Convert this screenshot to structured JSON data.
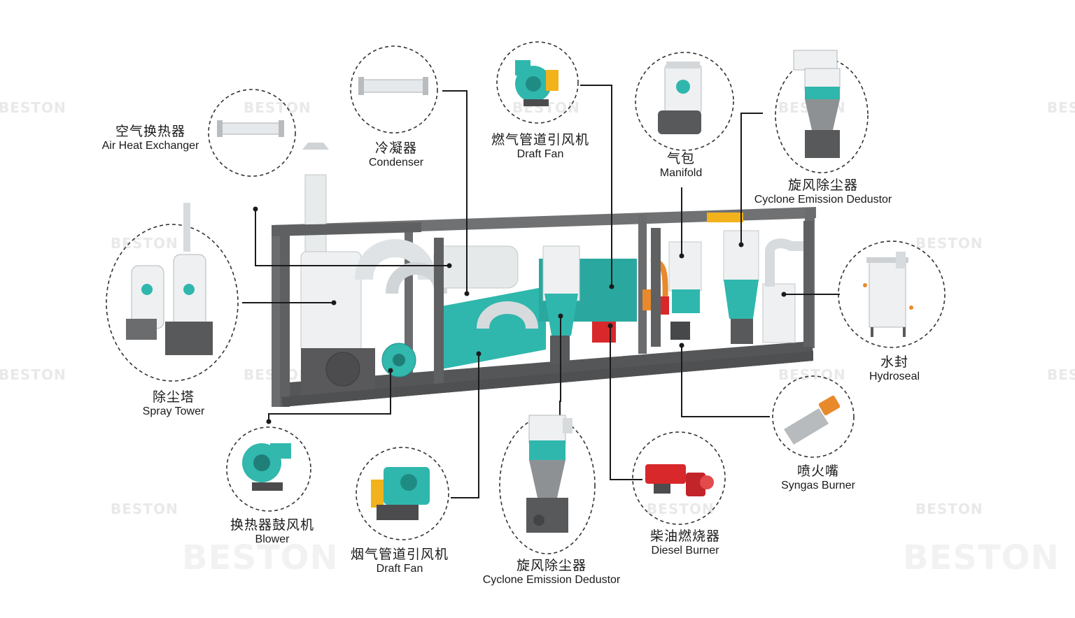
{
  "brand_watermark": "BESTON",
  "colors": {
    "frame": "#5f6062",
    "teal": "#2fb7ad",
    "white": "#eef0f1",
    "leader": "#1a1a1a",
    "orange": "#e8892c",
    "red": "#d8282b",
    "yellow": "#f2b21b"
  },
  "components": [
    {
      "zh": "空气换热器",
      "en": "Air Heat Exchanger",
      "icon": "air-heat-exchanger-icon"
    },
    {
      "zh": "冷凝器",
      "en": "Condenser",
      "icon": "condenser-icon"
    },
    {
      "zh": "燃气管道引风机",
      "en": "Draft Fan",
      "icon": "draft-fan-icon"
    },
    {
      "zh": "气包",
      "en": "Manifold",
      "icon": "manifold-icon"
    },
    {
      "zh": "旋风除尘器",
      "en": "Cyclone Emission Dedustor",
      "icon": "cyclone-dedustor-icon"
    },
    {
      "zh": "除尘塔",
      "en": "Spray Tower",
      "icon": "spray-tower-icon"
    },
    {
      "zh": "水封",
      "en": "Hydroseal",
      "icon": "hydroseal-icon"
    },
    {
      "zh": "换热器鼓风机",
      "en": "Blower",
      "icon": "blower-icon"
    },
    {
      "zh": "烟气管道引风机",
      "en": "Draft Fan",
      "icon": "draft-fan-icon"
    },
    {
      "zh": "旋风除尘器",
      "en": "Cyclone Emission Dedustor",
      "icon": "cyclone-dedustor-icon"
    },
    {
      "zh": "柴油燃烧器",
      "en": "Diesel Burner",
      "icon": "diesel-burner-icon"
    },
    {
      "zh": "喷火嘴",
      "en": "Syngas Burner",
      "icon": "syngas-burner-icon"
    }
  ]
}
